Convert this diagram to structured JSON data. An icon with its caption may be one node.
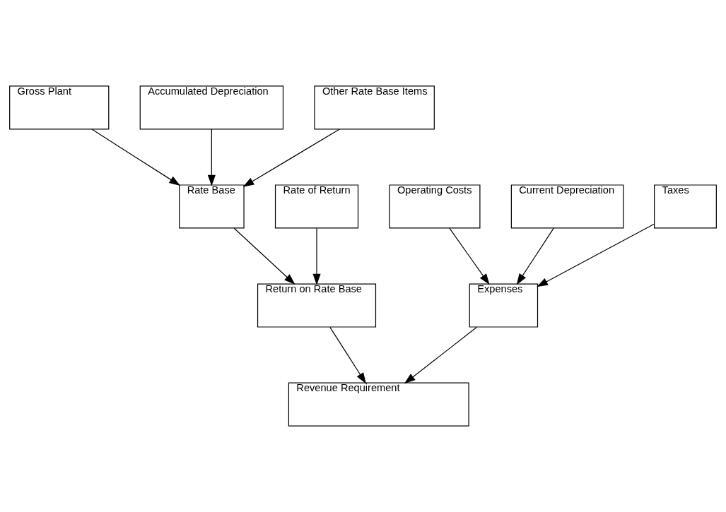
{
  "diagram": {
    "nodes": [
      {
        "text": [
          "Gross Plant"
        ]
      },
      {
        "text": [
          "Accumulated Depreciation"
        ]
      },
      {
        "text": [
          "Other Rate Base Items"
        ]
      },
      {
        "text": [
          "Rate of Return"
        ]
      },
      {
        "text": [
          "Rate Base"
        ]
      },
      {
        "text": [
          "Operating Costs"
        ]
      },
      {
        "text": [
          "Current Depreciation"
        ]
      },
      {
        "text": [
          "Taxes"
        ]
      },
      {
        "text": [
          "Return on Rate Base"
        ]
      },
      {
        "text": [
          "Expenses"
        ]
      },
      {
        "text": [
          "Revenue Requirement"
        ]
      }
    ],
    "edges": [
      {
        "from": 0,
        "to": 4,
        "arrow": "to"
      },
      {
        "from": 1,
        "to": 4,
        "arrow": "to"
      },
      {
        "from": 2,
        "to": 4,
        "arrow": "to"
      },
      {
        "from": 3,
        "to": 8,
        "arrow": "to"
      },
      {
        "from": 4,
        "to": 8,
        "arrow": "to"
      },
      {
        "from": 5,
        "to": 9,
        "arrow": "to"
      },
      {
        "from": 6,
        "to": 9,
        "arrow": "to"
      },
      {
        "from": 7,
        "to": 9,
        "arrow": "to"
      },
      {
        "from": 8,
        "to": 10,
        "arrow": "to"
      },
      {
        "from": 9,
        "to": 10,
        "arrow": "to"
      }
    ]
  }
}
